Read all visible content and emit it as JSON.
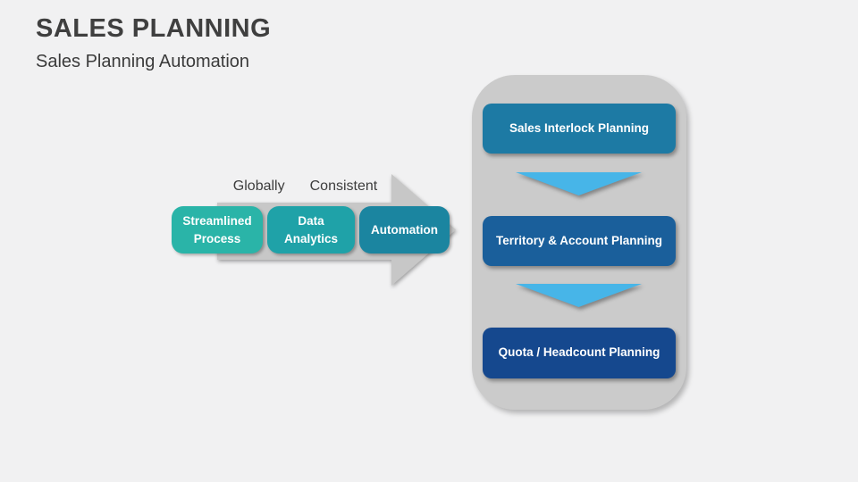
{
  "slide": {
    "title": "SALES PLANNING",
    "subtitle": "Sales Planning Automation",
    "background_color": "#f1f1f2"
  },
  "process_arrow": {
    "arrow_color": "#c7c7c7",
    "captions": [
      "Globally",
      "Consistent"
    ],
    "steps": [
      {
        "label": "Streamlined Process",
        "color": "#2ab4a8"
      },
      {
        "label": "Data Analytics",
        "color": "#1fa2a8"
      },
      {
        "label": "Automation",
        "color": "#1b85a0"
      }
    ]
  },
  "planning_stack": {
    "container_color": "#cbcbcb",
    "connector_arrow_color": "#47b5e8",
    "items": [
      {
        "label": "Sales Interlock Planning",
        "color": "#1d7aa4"
      },
      {
        "label": "Territory & Account Planning",
        "color": "#1a5f9b"
      },
      {
        "label": "Quota / Headcount Planning",
        "color": "#15488e"
      }
    ]
  }
}
